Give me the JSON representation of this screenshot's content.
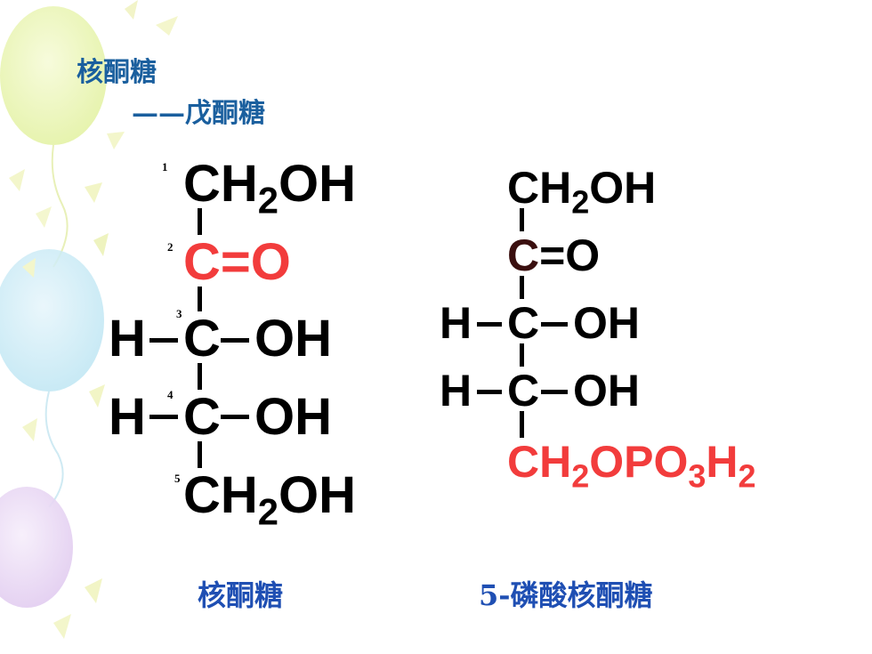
{
  "slide": {
    "title": "核酮糖",
    "subtitle": "——戊酮糖"
  },
  "left_structure": {
    "numbers": [
      "1",
      "2",
      "3",
      "4",
      "5"
    ],
    "row1": {
      "pre": "CH",
      "sub": "2",
      "post": "OH"
    },
    "row2": {
      "text": "C=O",
      "color": "#f23c3c"
    },
    "row3": {
      "left": "H",
      "center": "C",
      "right": "OH"
    },
    "row4": {
      "left": "H",
      "center": "C",
      "right": "OH"
    },
    "row5": {
      "pre": "CH",
      "sub": "2",
      "post": "OH"
    },
    "caption": "核酮糖"
  },
  "right_structure": {
    "row1": {
      "pre": "CH",
      "sub": "2",
      "post": "OH"
    },
    "row2": {
      "c": "C",
      "eq": "=O",
      "c_color": "#3a0f0f"
    },
    "row3": {
      "left": "H",
      "center": "C",
      "right": "OH"
    },
    "row4": {
      "left": "H",
      "center": "C",
      "right": "OH"
    },
    "row5": {
      "a": "CH",
      "s1": "2",
      "b": "OPO",
      "s2": "3",
      "c": "H",
      "s3": "2",
      "color": "#f23c3c"
    },
    "caption": "5-磷酸核酮糖"
  },
  "colors": {
    "heading": "#1a5f9e",
    "caption": "#1f4fb3",
    "highlight": "#f23c3c"
  }
}
